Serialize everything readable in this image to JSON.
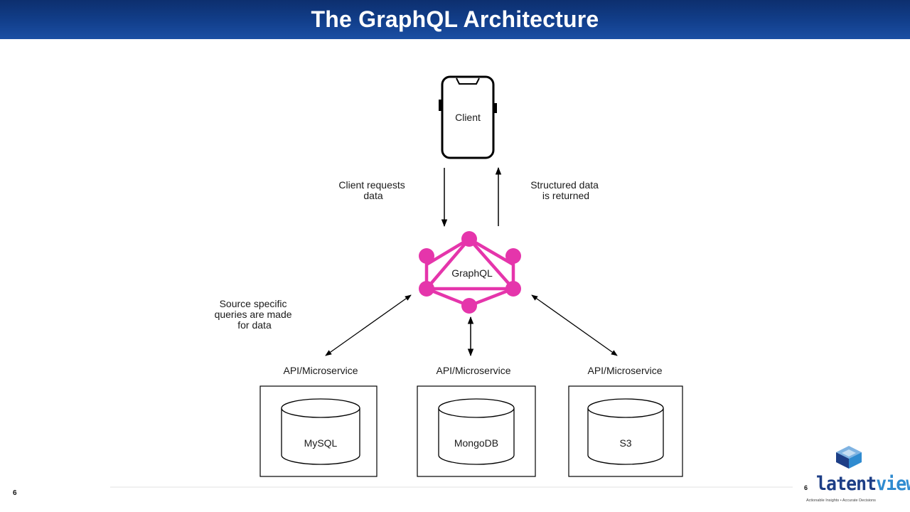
{
  "slide": {
    "title": "The GraphQL Architecture",
    "number": "6"
  },
  "diagram": {
    "client_label": "Client",
    "request_label": [
      "Client requests",
      "data"
    ],
    "response_label": [
      "Structured data",
      "is returned"
    ],
    "graphql_label": "GraphQL",
    "source_queries_label": [
      "Source specific",
      "queries are made",
      "for data"
    ],
    "services": [
      {
        "header": "API/Microservice",
        "db": "MySQL"
      },
      {
        "header": "API/Microservice",
        "db": "MongoDB"
      },
      {
        "header": "API/Microservice",
        "db": "S3"
      }
    ],
    "colors": {
      "graphql": "#e535ab",
      "lines": "#000000"
    }
  },
  "logo": {
    "page_number": "6",
    "word_part1": "latent",
    "word_part2": "view",
    "tagline": "Actionable Insights • Accurate Decisions",
    "colors": {
      "dark": "#1d3e86",
      "light": "#2f8bd0"
    }
  }
}
